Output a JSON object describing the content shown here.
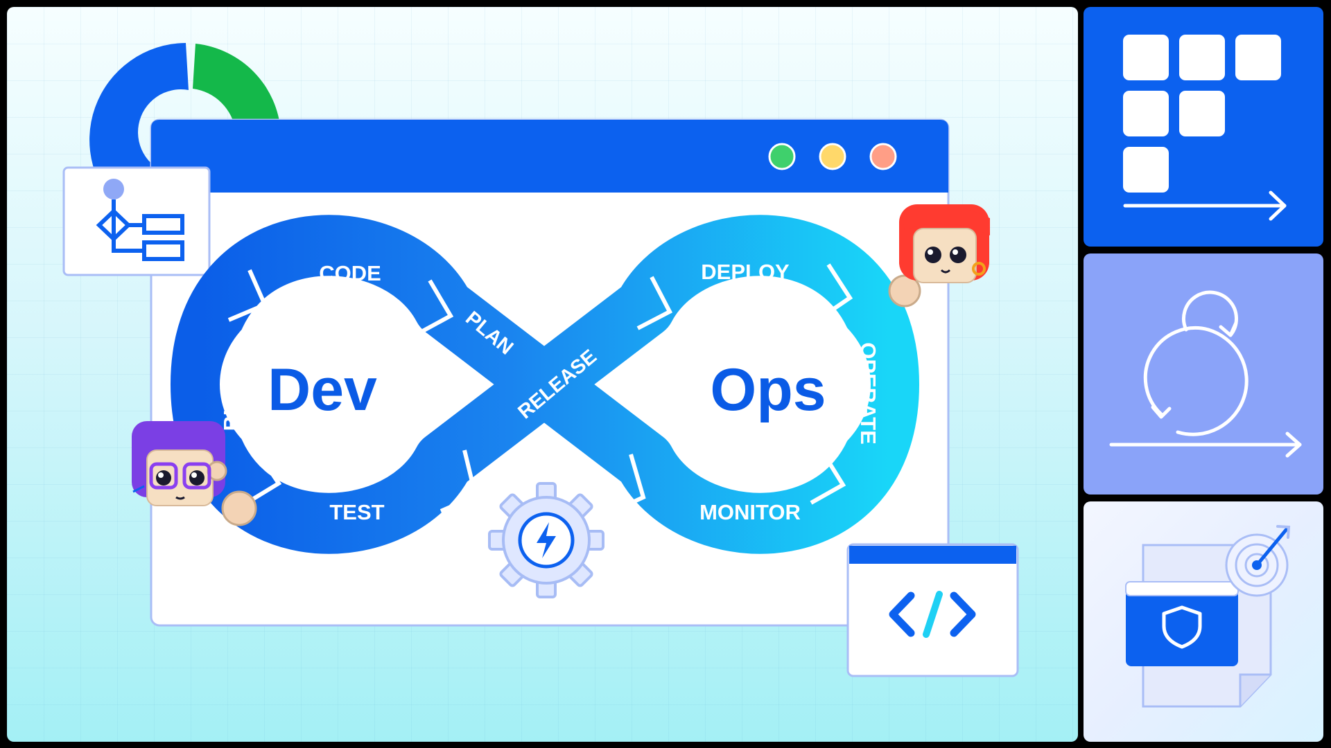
{
  "diagram": {
    "left_word": "Dev",
    "right_word": "Ops",
    "stages": {
      "code": "CODE",
      "plan": "PLAN",
      "build": "BUILD",
      "test": "TEST",
      "release": "RELEASE",
      "deploy": "DEPLOY",
      "operate": "OPERATE",
      "monitor": "MONITOR"
    }
  },
  "window": {
    "dots": [
      "#3fd06c",
      "#ffd86a",
      "#ff9e86"
    ]
  },
  "colors": {
    "accent": "#0c61ef",
    "green": "#14b84a",
    "lavender": "#8aa3f9",
    "cyan": "#1fd0f4"
  },
  "icons": {
    "kanban": "kanban-board-icon",
    "scrum": "scrum-cycle-icon",
    "security": "security-target-icon",
    "code": "code-brackets-icon",
    "gear": "gear-bolt-icon",
    "workflow": "workflow-icon",
    "donut": "donut-chart-icon"
  }
}
